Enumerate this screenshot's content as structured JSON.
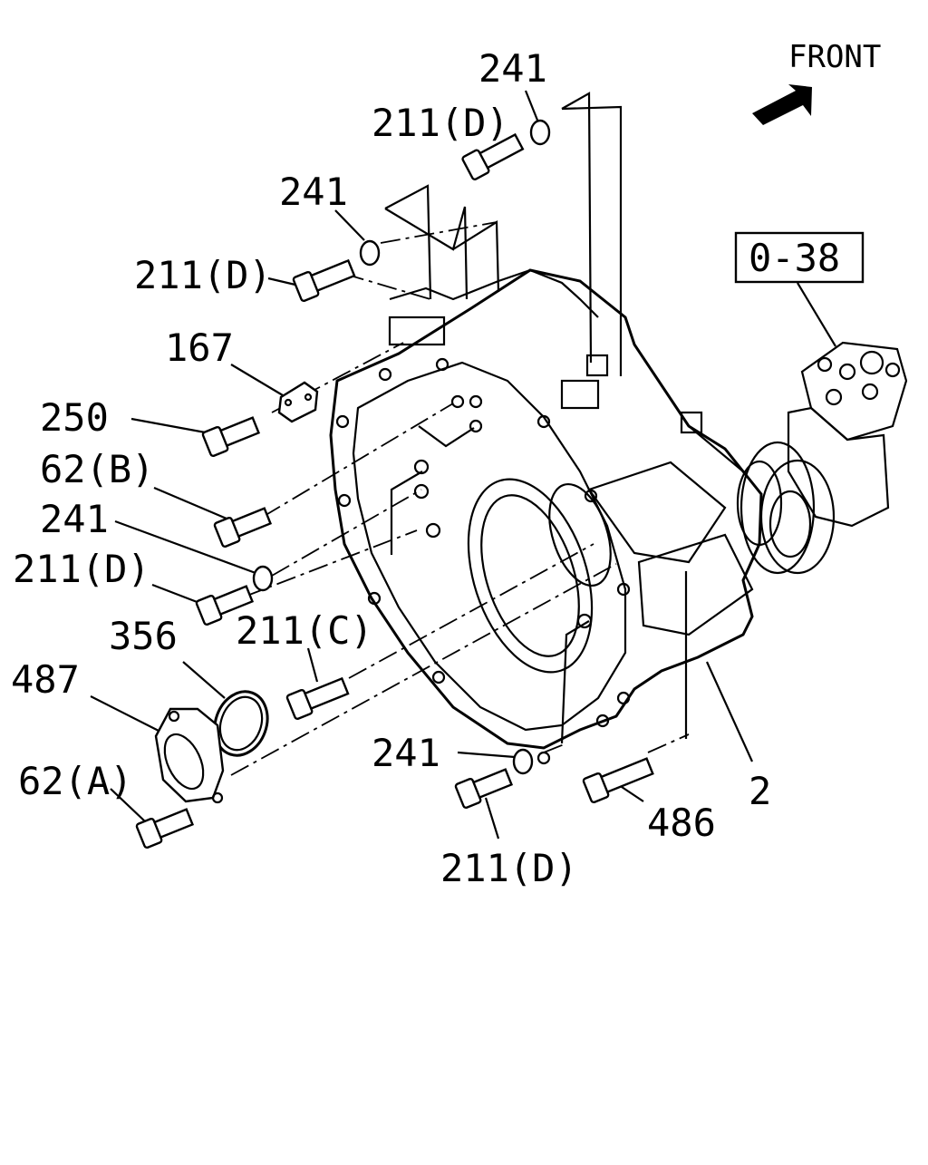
{
  "diagram": {
    "front_label": "FRONT",
    "ref_box_label": "0-38",
    "callouts": [
      {
        "id": "241-top",
        "text": "241"
      },
      {
        "id": "211d-top",
        "text": "211(D)"
      },
      {
        "id": "241-mid",
        "text": "241"
      },
      {
        "id": "211d-mid",
        "text": "211(D)"
      },
      {
        "id": "167",
        "text": "167"
      },
      {
        "id": "250",
        "text": "250"
      },
      {
        "id": "62b",
        "text": "62(B)"
      },
      {
        "id": "241-left",
        "text": "241"
      },
      {
        "id": "211d-left",
        "text": "211(D)"
      },
      {
        "id": "356",
        "text": "356"
      },
      {
        "id": "211c",
        "text": "211(C)"
      },
      {
        "id": "487",
        "text": "487"
      },
      {
        "id": "62a",
        "text": "62(A)"
      },
      {
        "id": "241-bottom",
        "text": "241"
      },
      {
        "id": "211d-bottom",
        "text": "211(D)"
      },
      {
        "id": "486",
        "text": "486"
      },
      {
        "id": "2",
        "text": "2"
      }
    ]
  }
}
